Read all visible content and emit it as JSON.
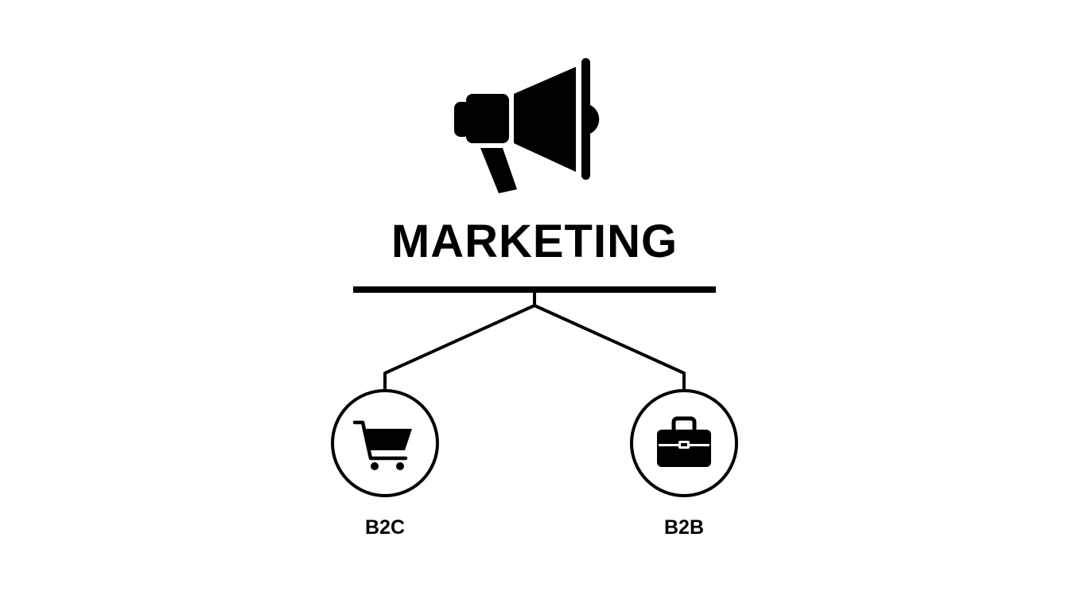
{
  "diagram": {
    "title": "MARKETING",
    "top_icon": "megaphone-icon",
    "nodes": [
      {
        "label": "B2C",
        "icon": "shopping-cart-icon"
      },
      {
        "label": "B2B",
        "icon": "briefcase-icon"
      }
    ],
    "colors": {
      "ink": "#000000",
      "background": "#ffffff"
    }
  }
}
